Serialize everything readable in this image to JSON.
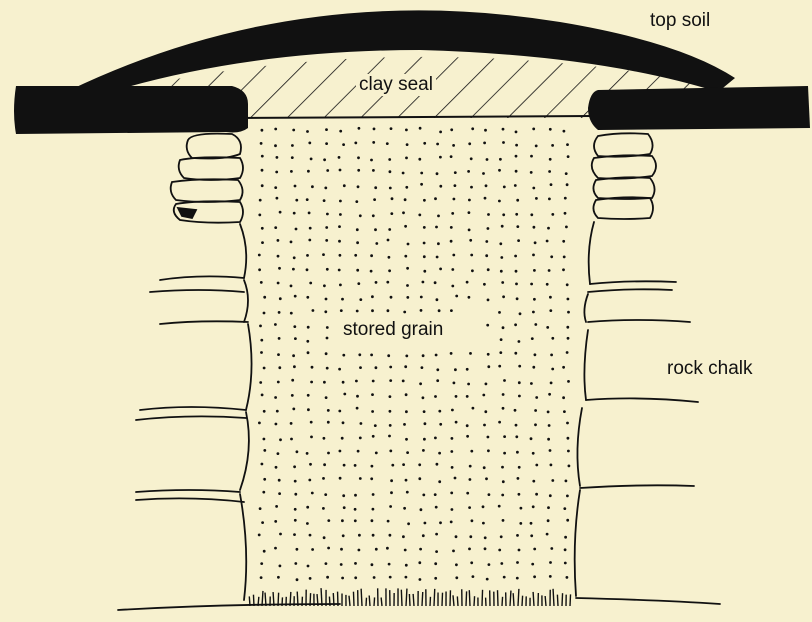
{
  "diagram": {
    "labels": {
      "top_soil": "top soil",
      "clay_seal": "clay seal",
      "stored_grain": "stored grain",
      "rock_chalk": "rock chalk"
    },
    "colors": {
      "background": "#f7f1cf",
      "ink": "#111111"
    }
  }
}
